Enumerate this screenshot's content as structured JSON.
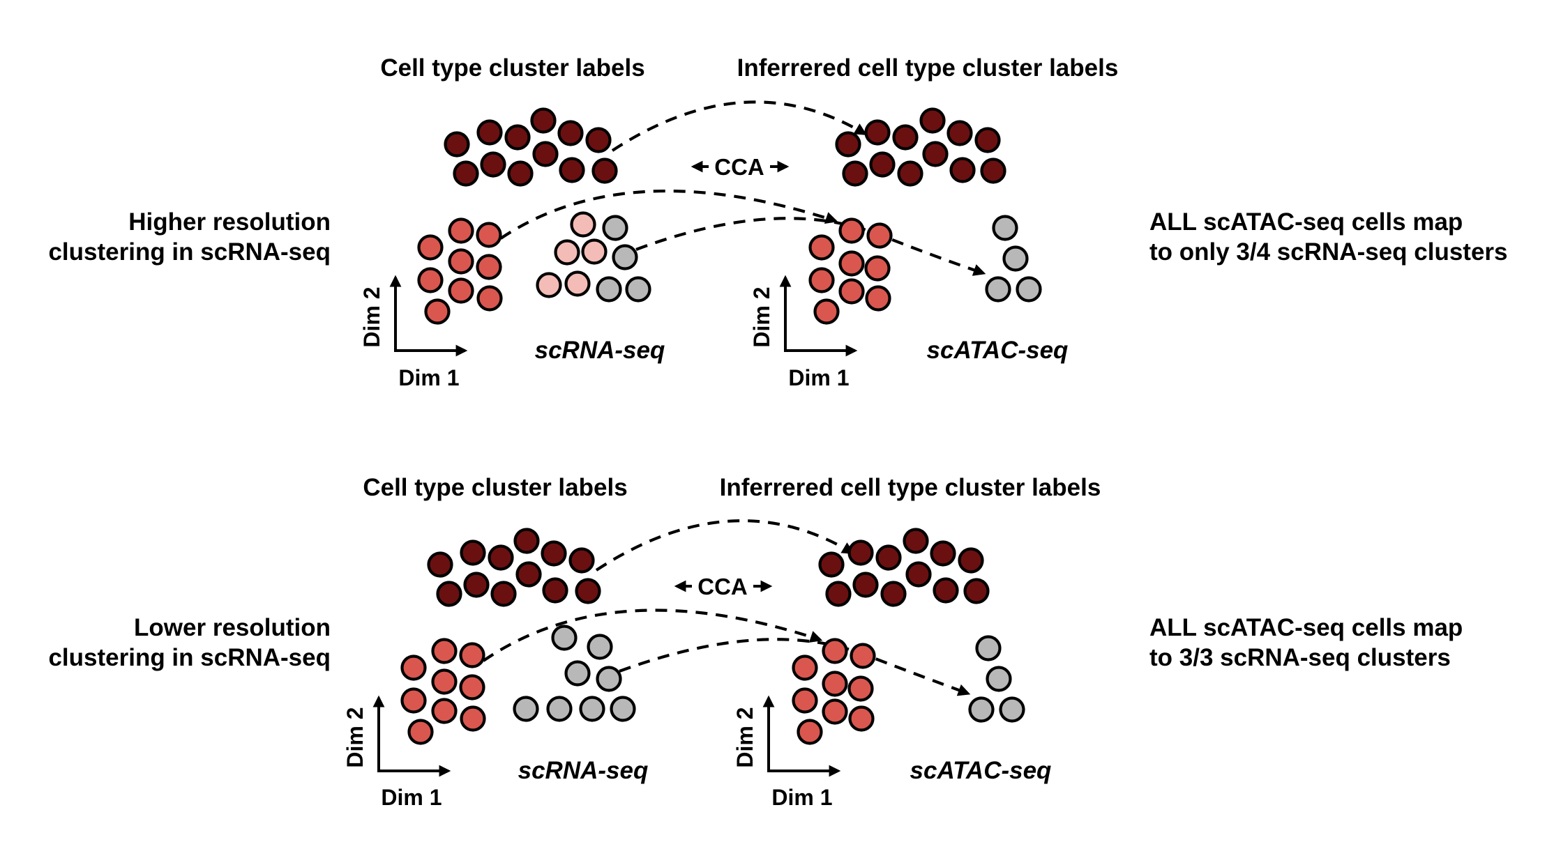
{
  "colors": {
    "dark_red": "#6a1010",
    "salmon": "#d9574f",
    "light_pink": "#f4bcb6",
    "gray": "#b8b8b8"
  },
  "panels": [
    {
      "source_title": "Cell type cluster labels",
      "target_title": "Inferrered cell type cluster labels",
      "cca_label": "CCA",
      "side_left": [
        "Higher resolution",
        "clustering in scRNA-seq"
      ],
      "side_right": [
        "ALL scATAC-seq cells map",
        "to only 3/4 scRNA-seq clusters"
      ],
      "source_name": "scRNA-seq",
      "target_name": "scATAC-seq",
      "xaxis": "Dim 1",
      "yaxis": "Dim 2"
    },
    {
      "source_title": "Cell type cluster labels",
      "target_title": "Inferrered cell type cluster labels",
      "cca_label": "CCA",
      "side_left": [
        "Lower resolution",
        "clustering in scRNA-seq"
      ],
      "side_right": [
        "ALL scATAC-seq cells map",
        "to 3/3 scRNA-seq clusters"
      ],
      "source_name": "scRNA-seq",
      "target_name": "scATAC-seq",
      "xaxis": "Dim 1",
      "yaxis": "Dim 2"
    }
  ]
}
